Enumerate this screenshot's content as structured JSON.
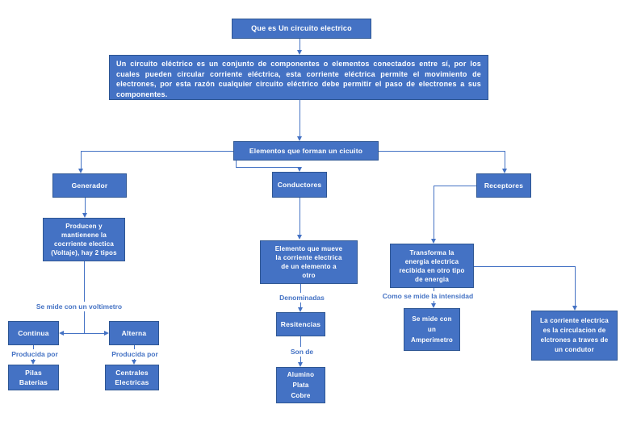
{
  "colors": {
    "box_fill": "#4472C4",
    "box_border": "#2E5693",
    "box_text": "#FFFFFF",
    "connector": "#4472C4",
    "label_text": "#4472C4",
    "background": "#FFFFFF"
  },
  "diagram": {
    "title": "Que es Un circuito electrico",
    "intro": "Un circuito eléctrico es un conjunto de componentes o elementos conectados entre sí, por los cuales pueden circular corriente eléctrica, esta corriente eléctrica permite el movimiento de electrones, por esta razón cualquier circuito eléctrico debe permitir el paso de electrones a sus componentes.",
    "root": "Elementos que forman un cicuito",
    "generador": {
      "name": "Generador",
      "detail": "Producen y\nmantienene la\ncocrriente electica\n(Voltaje), hay 2 tipos",
      "measure_label": "Se mide con un voltimetro",
      "types": [
        {
          "name": "Continua",
          "produced_label": "Producida por",
          "producers": "Pilas\nBaterias"
        },
        {
          "name": "Alterna",
          "produced_label": "Producida por",
          "producers": "Centrales\nElectricas"
        }
      ]
    },
    "conductores": {
      "name": "Conductores",
      "detail": "Elemento que mueve\nla corriente electrica\nde un elemento a\notro",
      "denominadas_label": "Denominadas",
      "resistencias": "Resitencias",
      "son_de_label": "Son de",
      "materials": "Alumino\nPlata\nCobre"
    },
    "receptores": {
      "name": "Receptores",
      "detail": "Transforma la\nenergia electrica\nrecibida en otro tipo\nde energia",
      "intensity_label": "Como se mide la intensidad",
      "meter": "Se mide con\nun\nAmperimetro",
      "current_note": "La corriente electrica\nes la circulacion de\nelctrones a traves de\nun condutor"
    }
  }
}
